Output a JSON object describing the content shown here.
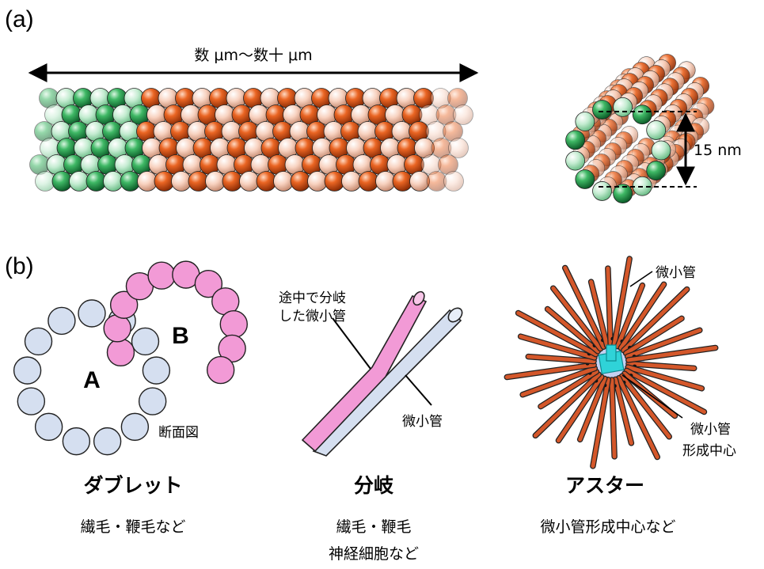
{
  "panel_a": {
    "label": "(a)",
    "length_label": "数 μm〜数十 μm",
    "diameter_label": "15 nm",
    "colors": {
      "green_dark": "#1f9446",
      "green_light": "#b8e6c8",
      "orange_dark": "#e05a1c",
      "orange_light": "#f6c7b0"
    }
  },
  "panel_b": {
    "label": "(b)",
    "doublet": {
      "label_a": "A",
      "label_b": "B",
      "cross_section": "断面図",
      "title": "ダブレット",
      "caption": "繊毛・鞭毛など",
      "colors": {
        "a_fill": "#d5dff0",
        "b_fill": "#f29ad6"
      }
    },
    "branch": {
      "branch_label_line1": "途中で分岐",
      "branch_label_line2": "した微小管",
      "mt_label": "微小管",
      "title": "分岐",
      "caption_line1": "繊毛・鞭毛",
      "caption_line2": "神経細胞など"
    },
    "aster": {
      "mt_label": "微小管",
      "mtoc_line1": "微小管",
      "mtoc_line2": "形成中心",
      "title": "アスター",
      "caption": "微小管形成中心など",
      "colors": {
        "rod": "#d4572a",
        "center": "#2fd3d8",
        "halo": "#9fb3e8"
      }
    }
  }
}
